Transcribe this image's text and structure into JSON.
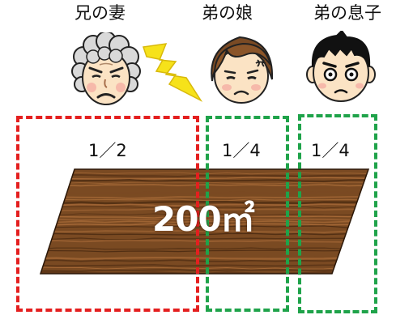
{
  "people": [
    {
      "label": "兄の妻",
      "face_icon": "elderly-woman-angry-face-icon"
    },
    {
      "label": "弟の娘",
      "face_icon": "young-woman-annoyed-face-icon"
    },
    {
      "label": "弟の息子",
      "face_icon": "young-man-shocked-face-icon"
    }
  ],
  "conflict_icon": "lightning-bolt-icon",
  "shares": [
    {
      "fraction": "1／2",
      "border_color": "#e41f1f"
    },
    {
      "fraction": "1／4",
      "border_color": "#1fa34a"
    },
    {
      "fraction": "1／4",
      "border_color": "#1fa34a"
    }
  ],
  "land": {
    "area_text": "200㎡",
    "texture": "wood-grain",
    "colors": {
      "base": "#7a4a22",
      "dark": "#4e2c12",
      "light": "#a86b38"
    }
  }
}
